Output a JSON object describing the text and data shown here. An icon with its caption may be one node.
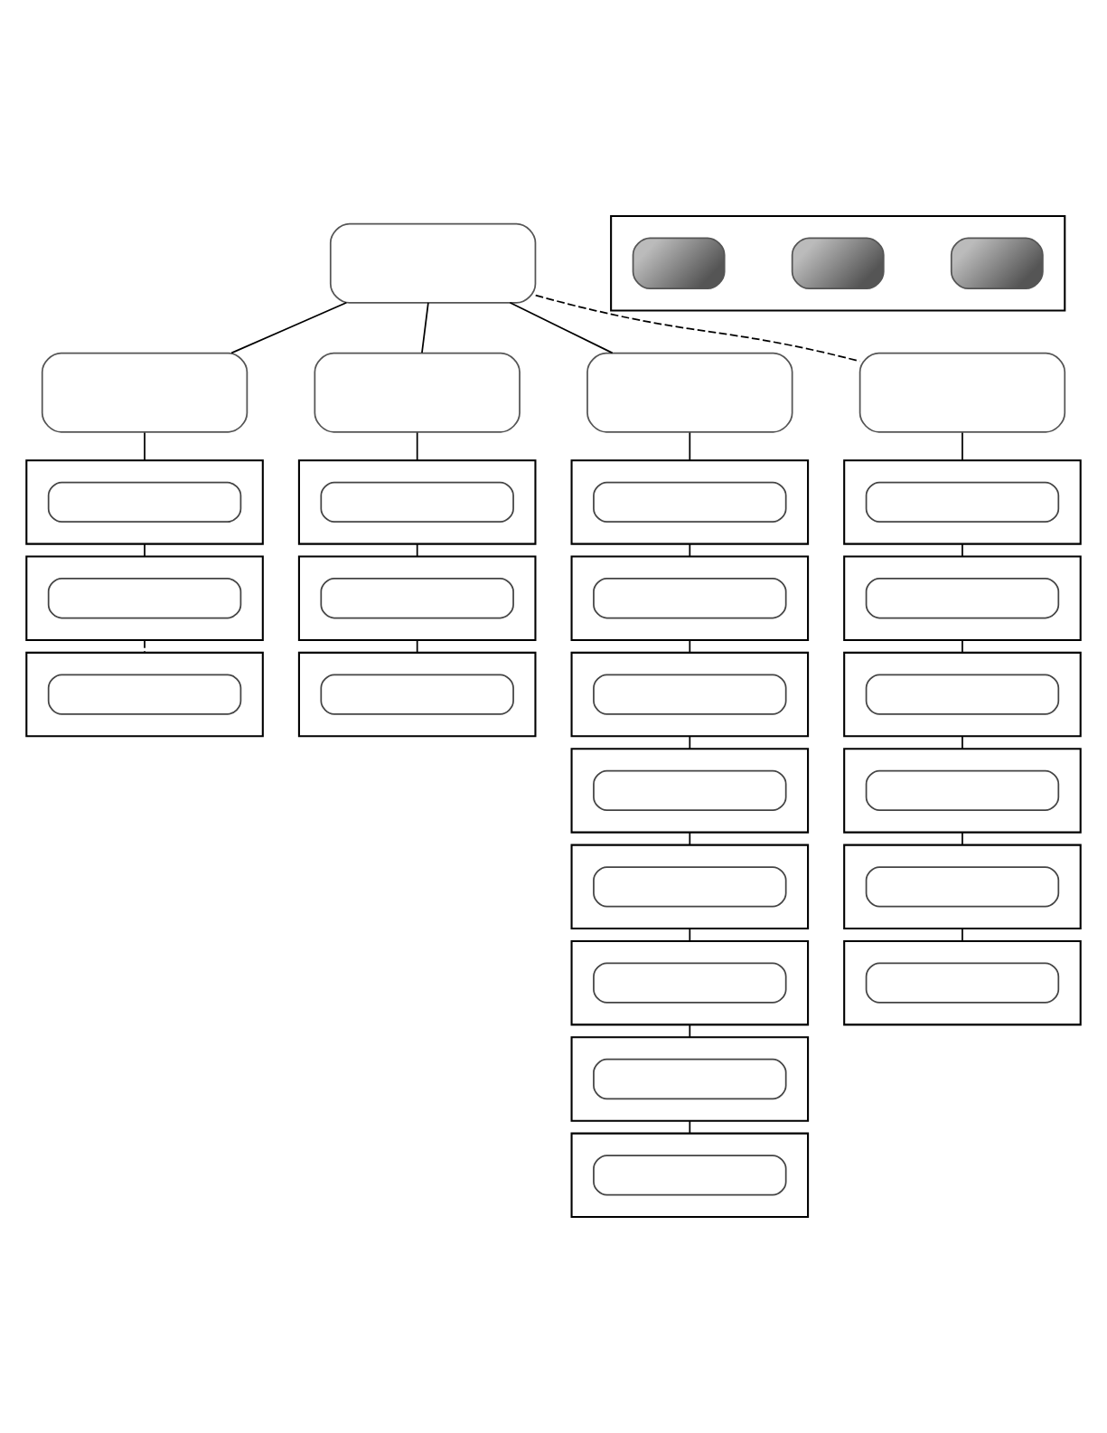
{
  "diagram": {
    "nodes": [
      {
        "text": [],
        "shape": "oval"
      },
      {
        "text": [],
        "shape": "oval"
      },
      {
        "text": [],
        "shape": "oval"
      },
      {
        "text": [],
        "shape": "oval"
      },
      {
        "text": [],
        "shape": "oval"
      },
      {
        "text": [],
        "shape": "box"
      },
      {
        "text": [],
        "shape": "box",
        "in": 5
      },
      {
        "text": [],
        "shape": "box"
      },
      {
        "text": [],
        "shape": "box",
        "in": 7
      },
      {
        "text": [],
        "shape": "box"
      },
      {
        "text": [],
        "shape": "box",
        "in": 9
      },
      {
        "text": [],
        "shape": "box"
      },
      {
        "text": [],
        "shape": "box",
        "in": 11
      },
      {
        "text": [],
        "shape": "box"
      },
      {
        "text": [],
        "shape": "box",
        "in": 13
      },
      {
        "text": [],
        "shape": "box"
      },
      {
        "text": [],
        "shape": "box",
        "in": 15
      },
      {
        "text": [],
        "shape": "box"
      },
      {
        "text": [],
        "shape": "box",
        "in": 17
      },
      {
        "text": [],
        "shape": "box"
      },
      {
        "text": [],
        "shape": "box",
        "in": 19
      },
      {
        "text": [],
        "shape": "box"
      },
      {
        "text": [],
        "shape": "box",
        "in": 21
      },
      {
        "text": [],
        "shape": "box"
      },
      {
        "text": [],
        "shape": "box",
        "in": 23
      },
      {
        "text": [],
        "shape": "box"
      },
      {
        "text": [],
        "shape": "box",
        "in": 25
      },
      {
        "text": [],
        "shape": "box"
      },
      {
        "text": [],
        "shape": "box",
        "in": 27
      },
      {
        "text": [],
        "shape": "box"
      },
      {
        "text": [],
        "shape": "box",
        "in": 29
      },
      {
        "text": [],
        "shape": "box"
      },
      {
        "text": [],
        "shape": "box",
        "in": 31
      },
      {
        "text": [],
        "shape": "box"
      },
      {
        "text": [],
        "shape": "box",
        "in": 33
      },
      {
        "text": [],
        "shape": "box"
      },
      {
        "text": [],
        "shape": "box",
        "in": 35
      },
      {
        "text": [],
        "shape": "box"
      },
      {
        "text": [],
        "shape": "box",
        "in": 37
      },
      {
        "text": [],
        "shape": "box"
      },
      {
        "text": [],
        "shape": "box",
        "in": 39
      },
      {
        "text": [],
        "shape": "box"
      },
      {
        "text": [],
        "shape": "box",
        "in": 41
      },
      {
        "text": [],
        "shape": "box"
      },
      {
        "text": [],
        "shape": "box",
        "in": 43
      },
      {
        "text": [],
        "shape": "box"
      },
      {
        "text": [],
        "shape": "oval",
        "in": 45
      },
      {
        "text": [],
        "shape": "oval",
        "in": 45
      },
      {
        "text": [],
        "shape": "oval",
        "in": 45
      }
    ],
    "edges": [
      {
        "from": 0,
        "to": 1,
        "arrow": "none"
      },
      {
        "from": 0,
        "to": 2,
        "arrow": "none"
      },
      {
        "from": 0,
        "to": 3,
        "arrow": "none"
      },
      {
        "from": 0,
        "to": 4,
        "arrow": "none",
        "style": "dashed"
      },
      {
        "from": 1,
        "to": 5,
        "arrow": "none"
      },
      {
        "from": 5,
        "to": 7,
        "arrow": "none"
      },
      {
        "from": 7,
        "to": 9,
        "arrow": "none",
        "style": "dashed"
      },
      {
        "from": 2,
        "to": 11,
        "arrow": "none"
      },
      {
        "from": 11,
        "to": 13,
        "arrow": "none"
      },
      {
        "from": 13,
        "to": 15,
        "arrow": "none"
      },
      {
        "from": 3,
        "to": 17,
        "arrow": "none"
      },
      {
        "from": 17,
        "to": 19,
        "arrow": "none"
      },
      {
        "from": 19,
        "to": 21,
        "arrow": "none"
      },
      {
        "from": 21,
        "to": 23,
        "arrow": "none"
      },
      {
        "from": 23,
        "to": 25,
        "arrow": "none"
      },
      {
        "from": 25,
        "to": 27,
        "arrow": "none"
      },
      {
        "from": 27,
        "to": 29,
        "arrow": "none"
      },
      {
        "from": 29,
        "to": 31,
        "arrow": "none"
      },
      {
        "from": 4,
        "to": 33,
        "arrow": "none"
      },
      {
        "from": 33,
        "to": 35,
        "arrow": "none"
      },
      {
        "from": 35,
        "to": 37,
        "arrow": "none"
      },
      {
        "from": 37,
        "to": 39,
        "arrow": "none"
      },
      {
        "from": 39,
        "to": 41,
        "arrow": "none"
      },
      {
        "from": 41,
        "to": 43,
        "arrow": "none"
      }
    ]
  }
}
